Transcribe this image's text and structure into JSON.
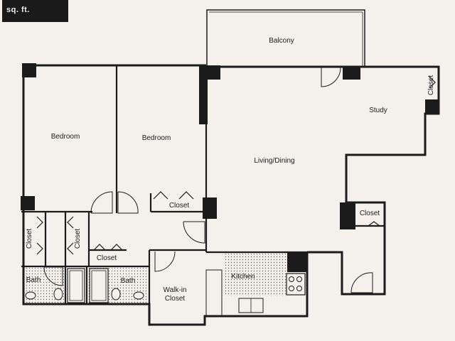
{
  "header": {
    "tab_text": "sq. ft."
  },
  "rooms": {
    "balcony": "Balcony",
    "bedroom_1": "Bedroom",
    "bedroom_2": "Bedroom",
    "study": "Study",
    "living_dining": "Living/Dining",
    "kitchen": "Kitchen",
    "walkin_closet": [
      "Walk-in",
      "Closet"
    ],
    "closet_bedroom2": "Closet",
    "closet_study": "Closet",
    "closet_study_small": "Closet",
    "closet_left_1": "Closet",
    "closet_left_2": "Closet",
    "closet_hall": "Closet",
    "bath_1": "Bath",
    "bath_2": "Bath"
  },
  "colors": {
    "wall": "#1b1b1b",
    "paper": "#f4f1ed",
    "hatch": "#2a2a2a"
  }
}
